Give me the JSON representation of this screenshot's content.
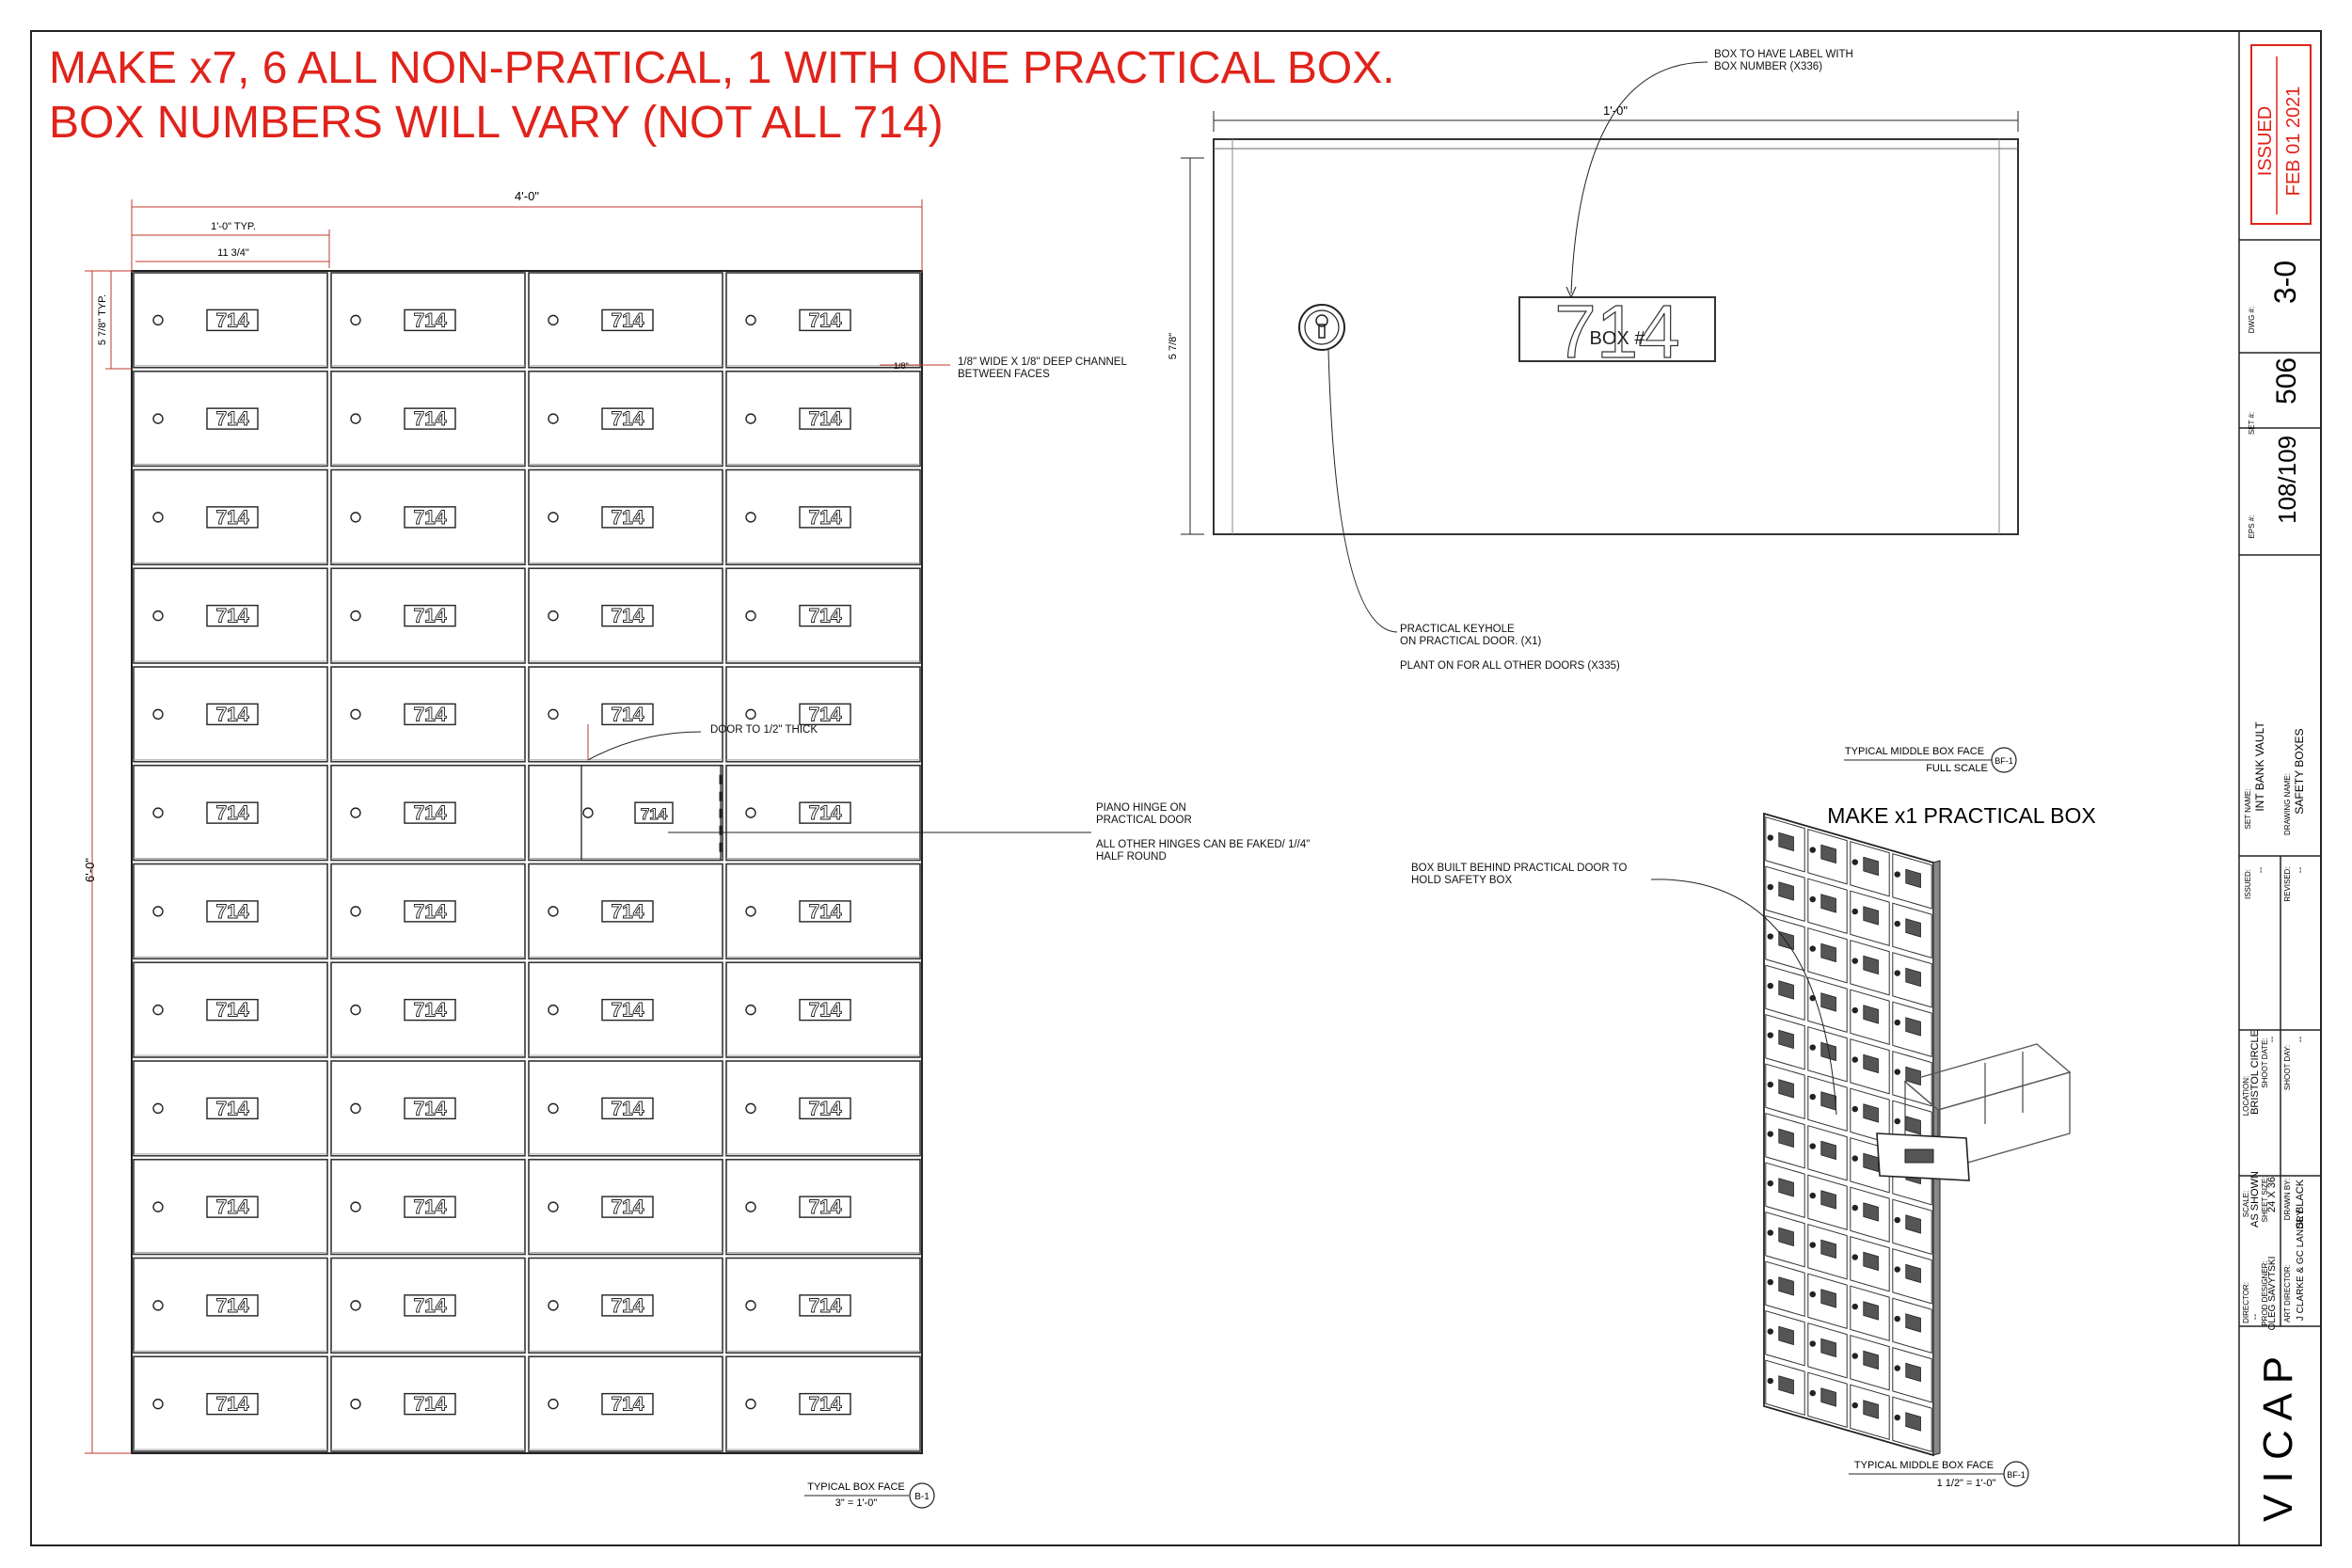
{
  "instructions": {
    "line1": "MAKE x7, 6 ALL NON-PRATICAL, 1 WITH ONE PRACTICAL BOX.",
    "line2": "BOX NUMBERS WILL VARY (NOT ALL 714)"
  },
  "front_elevation": {
    "box_number": "714",
    "rows": 12,
    "cols": 4,
    "dim_overall_width": "4'-0\"",
    "dim_box_width_typ": "1'-0\" TYP.",
    "dim_box_inner": "11 3/4\"",
    "dim_box_height_typ": "5 7/8\" TYP.",
    "dim_overall_height": "6'-0\"",
    "dim_gap": "1/8\"",
    "note_channel": "1/8\" WIDE X 1/8\" DEEP CHANNEL\nBETWEEN FACES",
    "note_door": "DOOR TO 1/2\" THICK",
    "note_hinge": "PIANO HINGE ON\nPRACTICAL DOOR\n\nALL OTHER HINGES CAN BE FAKED/ 1//4\"\nHALF ROUND",
    "caption_title": "TYPICAL BOX FACE",
    "caption_scale": "3\" = 1'-0\"",
    "caption_tag": "B-1"
  },
  "detail": {
    "dim_width": "1'-0\"",
    "dim_height": "5 7/8\"",
    "label_big": "714",
    "label_small": "BOX #",
    "note_label": "BOX TO HAVE LABEL WITH\nBOX NUMBER (x336)",
    "note_keyhole": "PRACTICAL KEYHOLE\nON PRACTICAL DOOR. (x1)\n\nPLANT ON FOR ALL OTHER DOORS (x335)",
    "caption_title": "TYPICAL MIDDLE BOX FACE",
    "caption_scale": "FULL SCALE",
    "caption_tag": "BF-1"
  },
  "iso": {
    "title": "MAKE x1 PRACTICAL BOX",
    "note_safety": "BOX BUILT BEHIND PRACTICAL DOOR TO\nHOLD SAFETY BOX",
    "caption_title": "TYPICAL MIDDLE BOX FACE",
    "caption_scale": "1 1/2\" = 1'-0\"",
    "caption_tag": "BF-1"
  },
  "title_block": {
    "issued_stamp": "ISSUED",
    "issued_date": "FEB 01 2021",
    "dwg_label": "DWG #:",
    "dwg_value": "3-0",
    "set_label": "SET #:",
    "set_value": "506",
    "eps_label": "EPS #:",
    "eps_value": "108/109",
    "set_name_label": "SET NAME:",
    "set_name_value": "INT BANK VAULT",
    "drawing_name_label": "DRAWING NAME:",
    "drawing_name_value": "SAFETY BOXES",
    "issued_label": "ISSUED:",
    "issued_value": "--",
    "revised_label": "REVISED:",
    "revised_value": "--",
    "location_label": "LOCATION:",
    "location_value": "BRISTOL CIRCLE",
    "shoot_date_label": "SHOOT DATE:",
    "shoot_date_value": "--",
    "shoot_day_label": "SHOOT DAY:",
    "shoot_day_value": "--",
    "scale_label": "SCALE:",
    "scale_value": "AS SHOWN",
    "sheet_size_label": "SHEET SIZE:",
    "sheet_size_value": "24 X 36",
    "drawn_by_label": "DRAWN BY:",
    "drawn_by_value": "SL BLACK",
    "director_label": "DIRECTOR:",
    "director_value": "--",
    "prod_designer_label": "PROD DESIGNER:",
    "prod_designer_value": "OLEG SAVYTSKI",
    "art_director_label": "ART DIRECTOR:",
    "art_director_value": "J CLARKE & GC LANDRY",
    "company": "V I C A P"
  }
}
